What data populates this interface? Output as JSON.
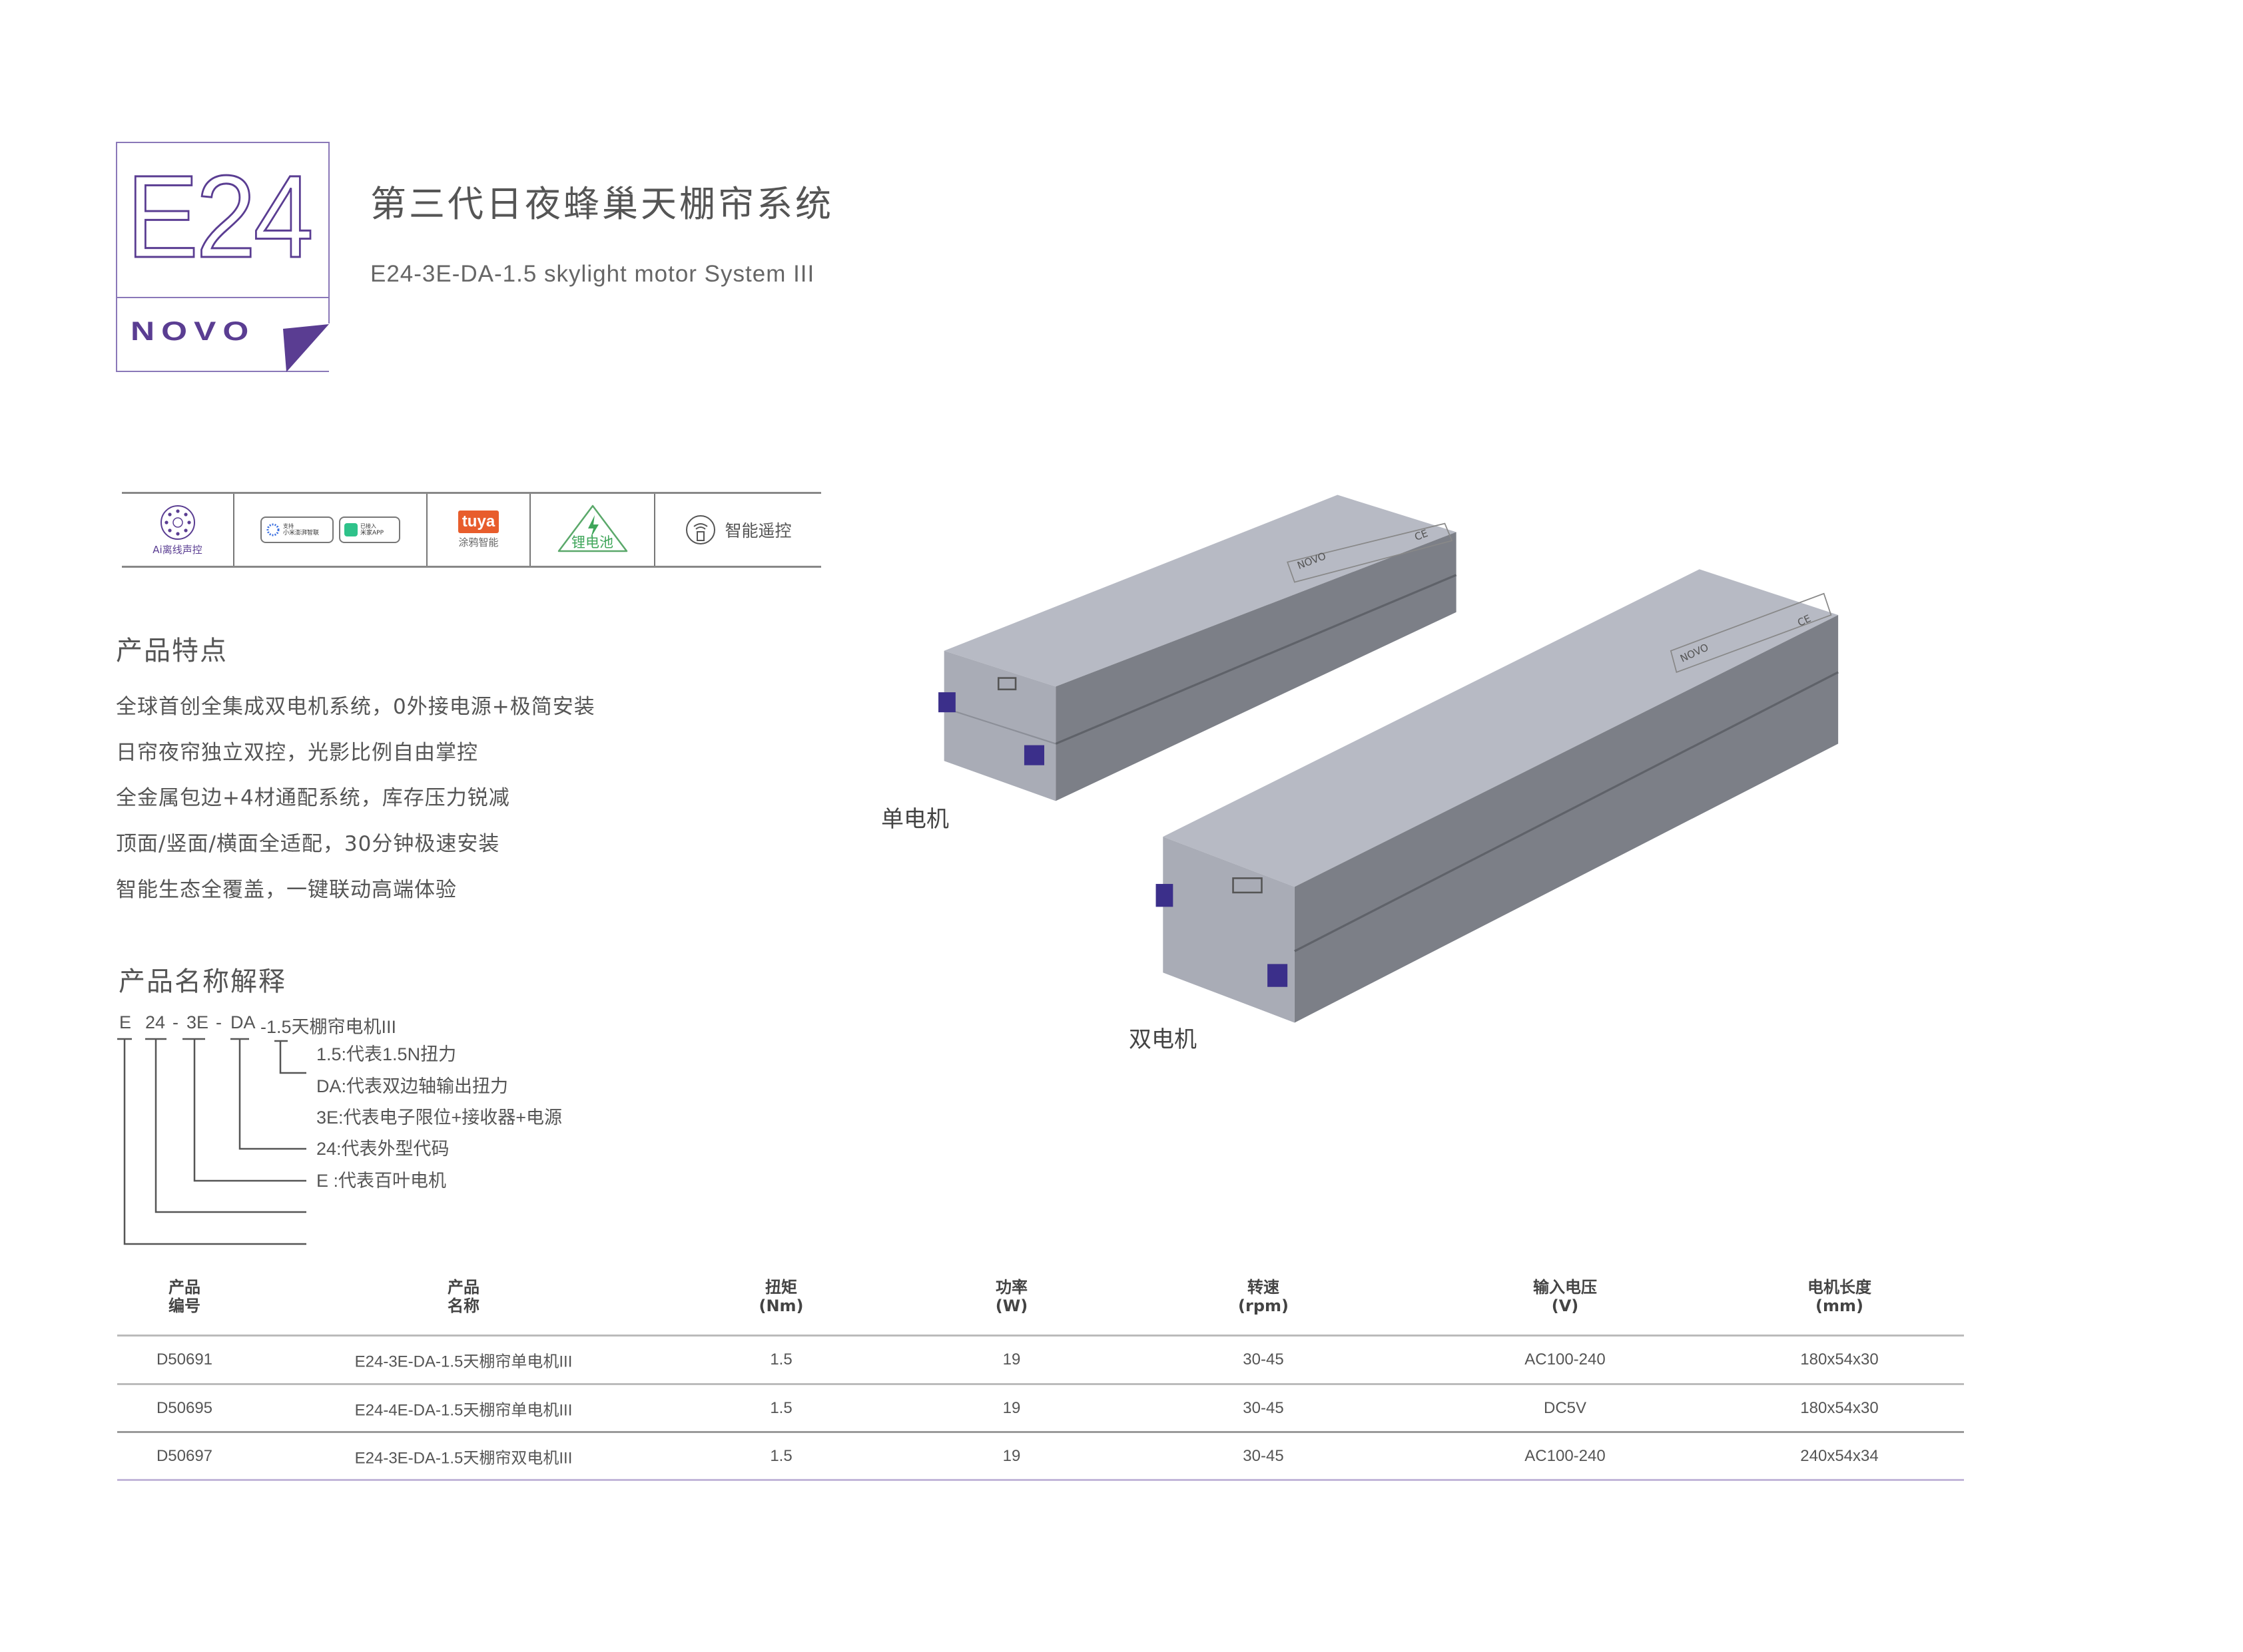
{
  "brand": {
    "model_mark": "E24",
    "logo_text": "NOVO",
    "accent_color": "#5a3d92"
  },
  "header": {
    "title": "第三代日夜蜂巢天棚帘系统",
    "subtitle": "E24-3E-DA-1.5 skylight motor System III"
  },
  "feature_badges": [
    {
      "icon": "voice-control-icon",
      "label": "Ai离线声控"
    },
    {
      "icon": "xiaomi-hyperconnect-icon",
      "line1": "支持",
      "line2": "小米澎湃智联"
    },
    {
      "icon": "mijia-app-icon",
      "line1": "已接入",
      "line2": "米家APP"
    },
    {
      "icon": "tuya-logo",
      "logo": "tuya",
      "label": "涂鸦智能"
    },
    {
      "icon": "lithium-battery-icon",
      "label": "锂电池"
    },
    {
      "icon": "remote-control-icon",
      "label": "智能遥控"
    }
  ],
  "features": {
    "heading": "产品特点",
    "items": [
      "全球首创全集成双电机系统，0外接电源+极简安装",
      "日帘夜帘独立双控，光影比例自由掌控",
      "全金属包边+4材通配系统，库存压力锐减",
      "顶面/竖面/横面全适配，30分钟极速安装",
      "智能生态全覆盖，一键联动高端体验"
    ]
  },
  "naming": {
    "heading": "产品名称解释",
    "parts": [
      "E",
      "24",
      "-",
      "3E",
      "-",
      "DA",
      "-1.5天棚帘电机III"
    ],
    "explanations": [
      "1.5:代表1.5N扭力",
      "DA:代表双边轴输出扭力",
      "3E:代表电子限位+接收器+电源",
      "24:代表外型代码",
      "E :代表百叶电机"
    ]
  },
  "product_images": {
    "single_label": "单电机",
    "double_label": "双电机",
    "device_brand": "NOVO",
    "cert_mark": "CE"
  },
  "table": {
    "headers": [
      [
        "产品",
        "编号"
      ],
      [
        "产品",
        "名称"
      ],
      [
        "扭矩",
        "(Nm)"
      ],
      [
        "功率",
        "(W)"
      ],
      [
        "转速",
        "(rpm)"
      ],
      [
        "输入电压",
        "(V)"
      ],
      [
        "电机长度",
        "(mm)"
      ]
    ],
    "rows": [
      [
        "D50691",
        "E24-3E-DA-1.5天棚帘单电机III",
        "1.5",
        "19",
        "30-45",
        "AC100-240",
        "180x54x30"
      ],
      [
        "D50695",
        "E24-4E-DA-1.5天棚帘单电机III",
        "1.5",
        "19",
        "30-45",
        "DC5V",
        "180x54x30"
      ],
      [
        "D50697",
        "E24-3E-DA-1.5天棚帘双电机III",
        "1.5",
        "19",
        "30-45",
        "AC100-240",
        "240x54x34"
      ]
    ]
  }
}
